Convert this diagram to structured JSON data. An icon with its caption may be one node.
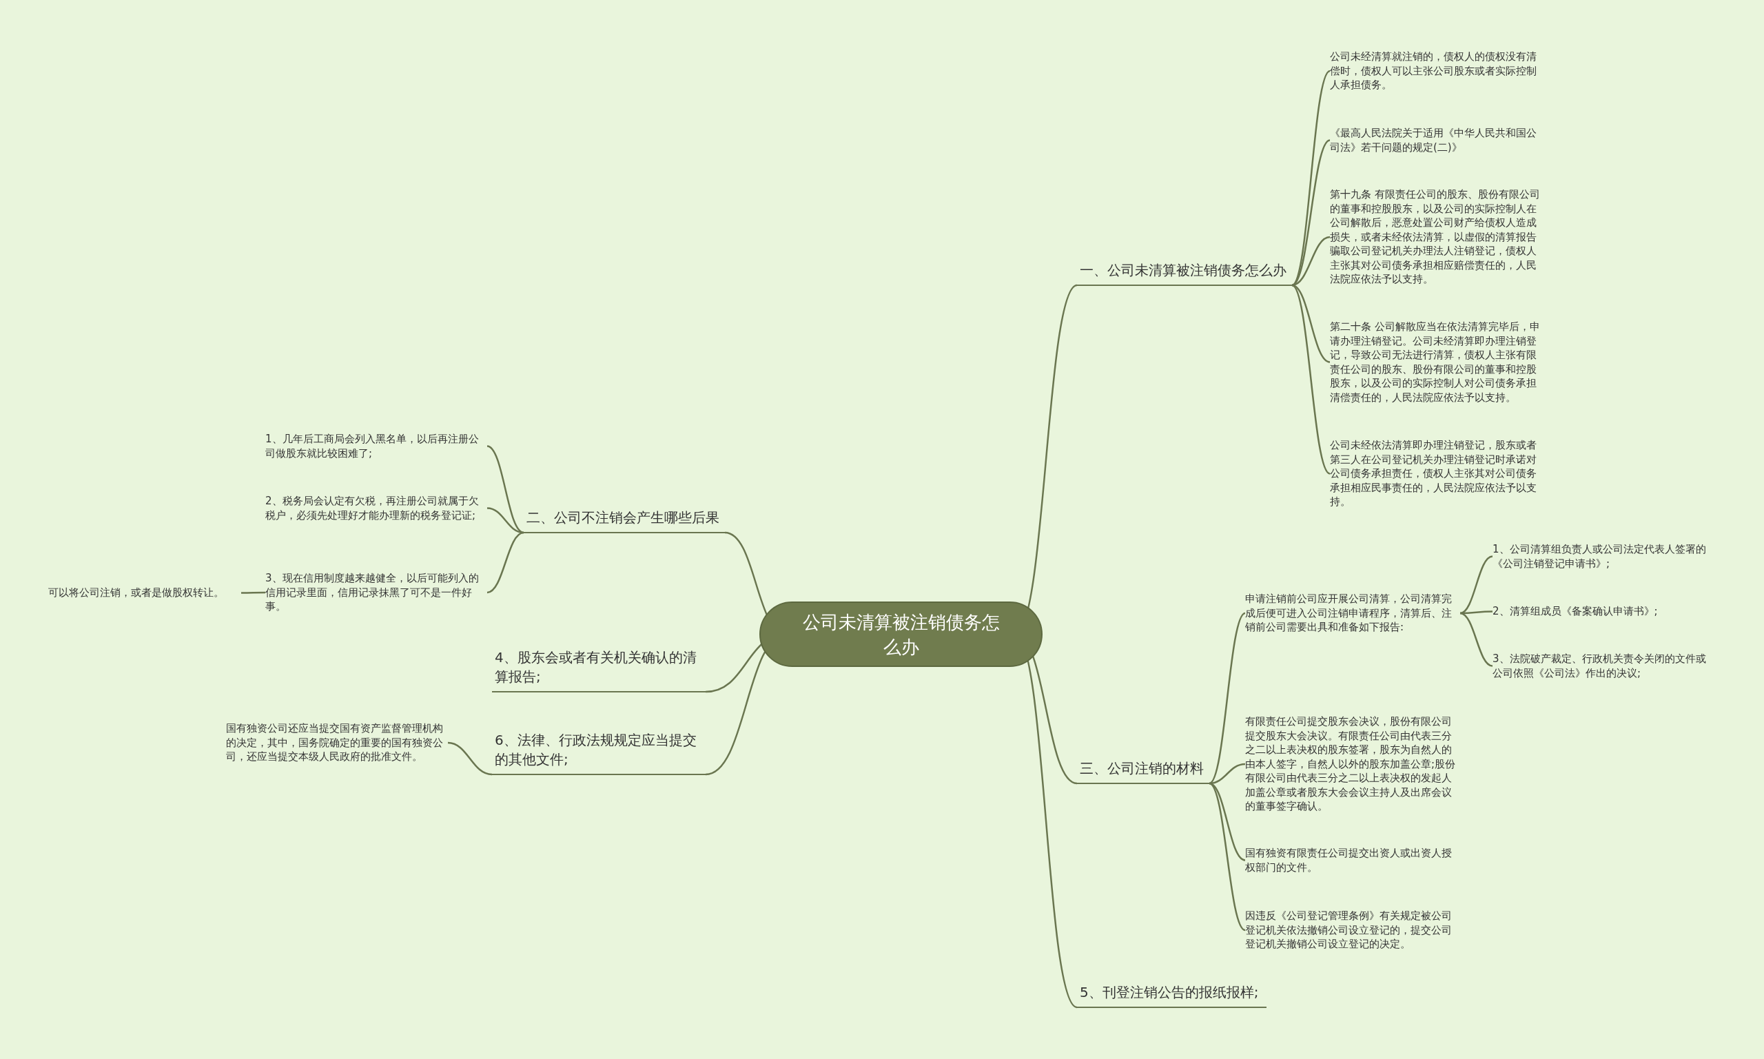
{
  "diagram": {
    "nodes": [
      {
        "text": [
          "公司未清算被注销债务怎么办"
        ]
      },
      {
        "text": [
          "一、公司未清算被注销债务怎么办"
        ]
      },
      {
        "text": [
          "公司未经清算就注销的，债权人的债权没有清偿时，债权人可以主张公司股东或者实际控制人承担债务。"
        ]
      },
      {
        "text": [
          "《最高人民法院关于适用《中华人民共和国公司法》若干问题的规定(二)》"
        ]
      },
      {
        "text": [
          "第十九条 有限责任公司的股东、股份有限公司的董事和控股股东，以及公司的实际控制人在公司解散后，恶意处置公司财产给债权人造成损失，或者未经依法清算，以虚假的清算报告骗取公司登记机关办理法人注销登记，债权人主张其对公司债务承担相应赔偿责任的，人民法院应依法予以支持。"
        ]
      },
      {
        "text": [
          "第二十条 公司解散应当在依法清算完毕后，申请办理注销登记。公司未经清算即办理注销登记，导致公司无法进行清算，债权人主张有限责任公司的股东、股份有限公司的董事和控股股东，以及公司的实际控制人对公司债务承担清偿责任的，人民法院应依法予以支持。"
        ]
      },
      {
        "text": [
          "公司未经依法清算即办理注销登记，股东或者第三人在公司登记机关办理注销登记时承诺对公司债务承担责任，债权人主张其对公司债务承担相应民事责任的，人民法院应依法予以支持。"
        ]
      },
      {
        "text": [
          "二、公司不注销会产生哪些后果"
        ]
      },
      {
        "text": [
          "1、几年后工商局会列入黑名单，以后再注册公司做股东就比较困难了;"
        ]
      },
      {
        "text": [
          "2、税务局会认定有欠税，再注册公司就属于欠税户，必须先处理好才能办理新的税务登记证;"
        ]
      },
      {
        "text": [
          "3、现在信用制度越来越健全，以后可能列入的信用记录里面，信用记录抹黑了可不是一件好事。"
        ]
      },
      {
        "text": [
          "可以将公司注销，或者是做股权转让。"
        ]
      },
      {
        "text": [
          "4、股东会或者有关机关确认的清算报告;"
        ]
      },
      {
        "text": [
          "6、法律、行政法规规定应当提交的其他文件;"
        ]
      },
      {
        "text": [
          "国有独资公司还应当提交国有资产监督管理机构的决定，其中，国务院确定的重要的国有独资公司，还应当提交本级人民政府的批准文件。"
        ]
      },
      {
        "text": [
          "三、公司注销的材料"
        ]
      },
      {
        "text": [
          "申请注销前公司应开展公司清算，公司清算完成后便可进入公司注销申请程序，清算后、注销前公司需要出具和准备如下报告:"
        ]
      },
      {
        "text": [
          "1、公司清算组负责人或公司法定代表人签署的《公司注销登记申请书》;"
        ]
      },
      {
        "text": [
          "2、清算组成员《备案确认申请书》;"
        ]
      },
      {
        "text": [
          "3、法院破产裁定、行政机关责令关闭的文件或公司依照《公司法》作出的决议;"
        ]
      },
      {
        "text": [
          "有限责任公司提交股东会决议，股份有限公司提交股东大会决议。有限责任公司由代表三分之二以上表决权的股东签署，股东为自然人的由本人签字，自然人以外的股东加盖公章;股份有限公司由代表三分之二以上表决权的发起人加盖公章或者股东大会会议主持人及出席会议的董事签字确认。"
        ]
      },
      {
        "text": [
          "国有独资有限责任公司提交出资人或出资人授权部门的文件。"
        ]
      },
      {
        "text": [
          "因违反《公司登记管理条例》有关规定被公司登记机关依法撤销公司设立登记的，提交公司登记机关撤销公司设立登记的决定。"
        ]
      },
      {
        "text": [
          "5、刊登注销公告的报纸报样;"
        ]
      }
    ],
    "edges": [
      {
        "from": 0,
        "to": 1,
        "arrow": "none"
      },
      {
        "from": 1,
        "to": 2,
        "arrow": "none"
      },
      {
        "from": 1,
        "to": 3,
        "arrow": "none"
      },
      {
        "from": 1,
        "to": 4,
        "arrow": "none"
      },
      {
        "from": 1,
        "to": 5,
        "arrow": "none"
      },
      {
        "from": 1,
        "to": 6,
        "arrow": "none"
      },
      {
        "from": 0,
        "to": 7,
        "arrow": "none"
      },
      {
        "from": 7,
        "to": 8,
        "arrow": "none"
      },
      {
        "from": 7,
        "to": 9,
        "arrow": "none"
      },
      {
        "from": 7,
        "to": 10,
        "arrow": "none"
      },
      {
        "from": 10,
        "to": 11,
        "arrow": "none"
      },
      {
        "from": 0,
        "to": 12,
        "arrow": "none"
      },
      {
        "from": 0,
        "to": 13,
        "arrow": "none"
      },
      {
        "from": 13,
        "to": 14,
        "arrow": "none"
      },
      {
        "from": 0,
        "to": 15,
        "arrow": "none"
      },
      {
        "from": 15,
        "to": 16,
        "arrow": "none"
      },
      {
        "from": 16,
        "to": 17,
        "arrow": "none"
      },
      {
        "from": 16,
        "to": 18,
        "arrow": "none"
      },
      {
        "from": 16,
        "to": 19,
        "arrow": "none"
      },
      {
        "from": 15,
        "to": 20,
        "arrow": "none"
      },
      {
        "from": 15,
        "to": 21,
        "arrow": "none"
      },
      {
        "from": 15,
        "to": 22,
        "arrow": "none"
      },
      {
        "from": 0,
        "to": 23,
        "arrow": "none"
      }
    ]
  }
}
